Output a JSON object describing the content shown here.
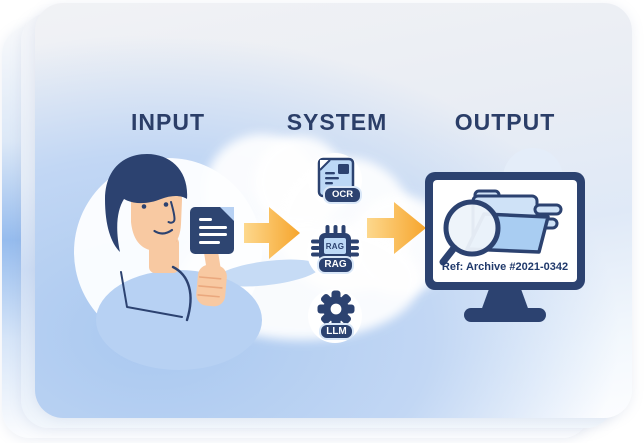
{
  "columns": [
    {
      "id": "input",
      "label": "INPUT"
    },
    {
      "id": "system",
      "label": "SYSTEM"
    },
    {
      "id": "output",
      "label": "OUTPUT"
    }
  ],
  "input": {
    "icon": "person-thumbs-up-illustration",
    "document_icon": "document-icon"
  },
  "system": {
    "components": [
      {
        "id": "ocr",
        "icon": "ocr-document-icon",
        "badge": "OCR"
      },
      {
        "id": "rag",
        "icon": "rag-chip-icon",
        "chip_label": "RAG",
        "badge": "RAG"
      },
      {
        "id": "llm",
        "icon": "llm-gear-icon",
        "badge": "LLM"
      }
    ]
  },
  "output": {
    "icon": "monitor-folder-search-icon",
    "screen_label": "Ref: Archive #2021-0342"
  },
  "flow": {
    "arrow_icon": "right-arrow",
    "arrow_count": 2
  },
  "colors": {
    "navy": "#2c4270",
    "heading_navy": "#2b3e68",
    "light_blue": "#b7d1f3",
    "panel_blue": "#a9c8f0",
    "arrow_gradient_start": "#fdd88d",
    "arrow_gradient_end": "#f6a52d",
    "skin": "#f8c9a2",
    "white": "#ffffff"
  }
}
